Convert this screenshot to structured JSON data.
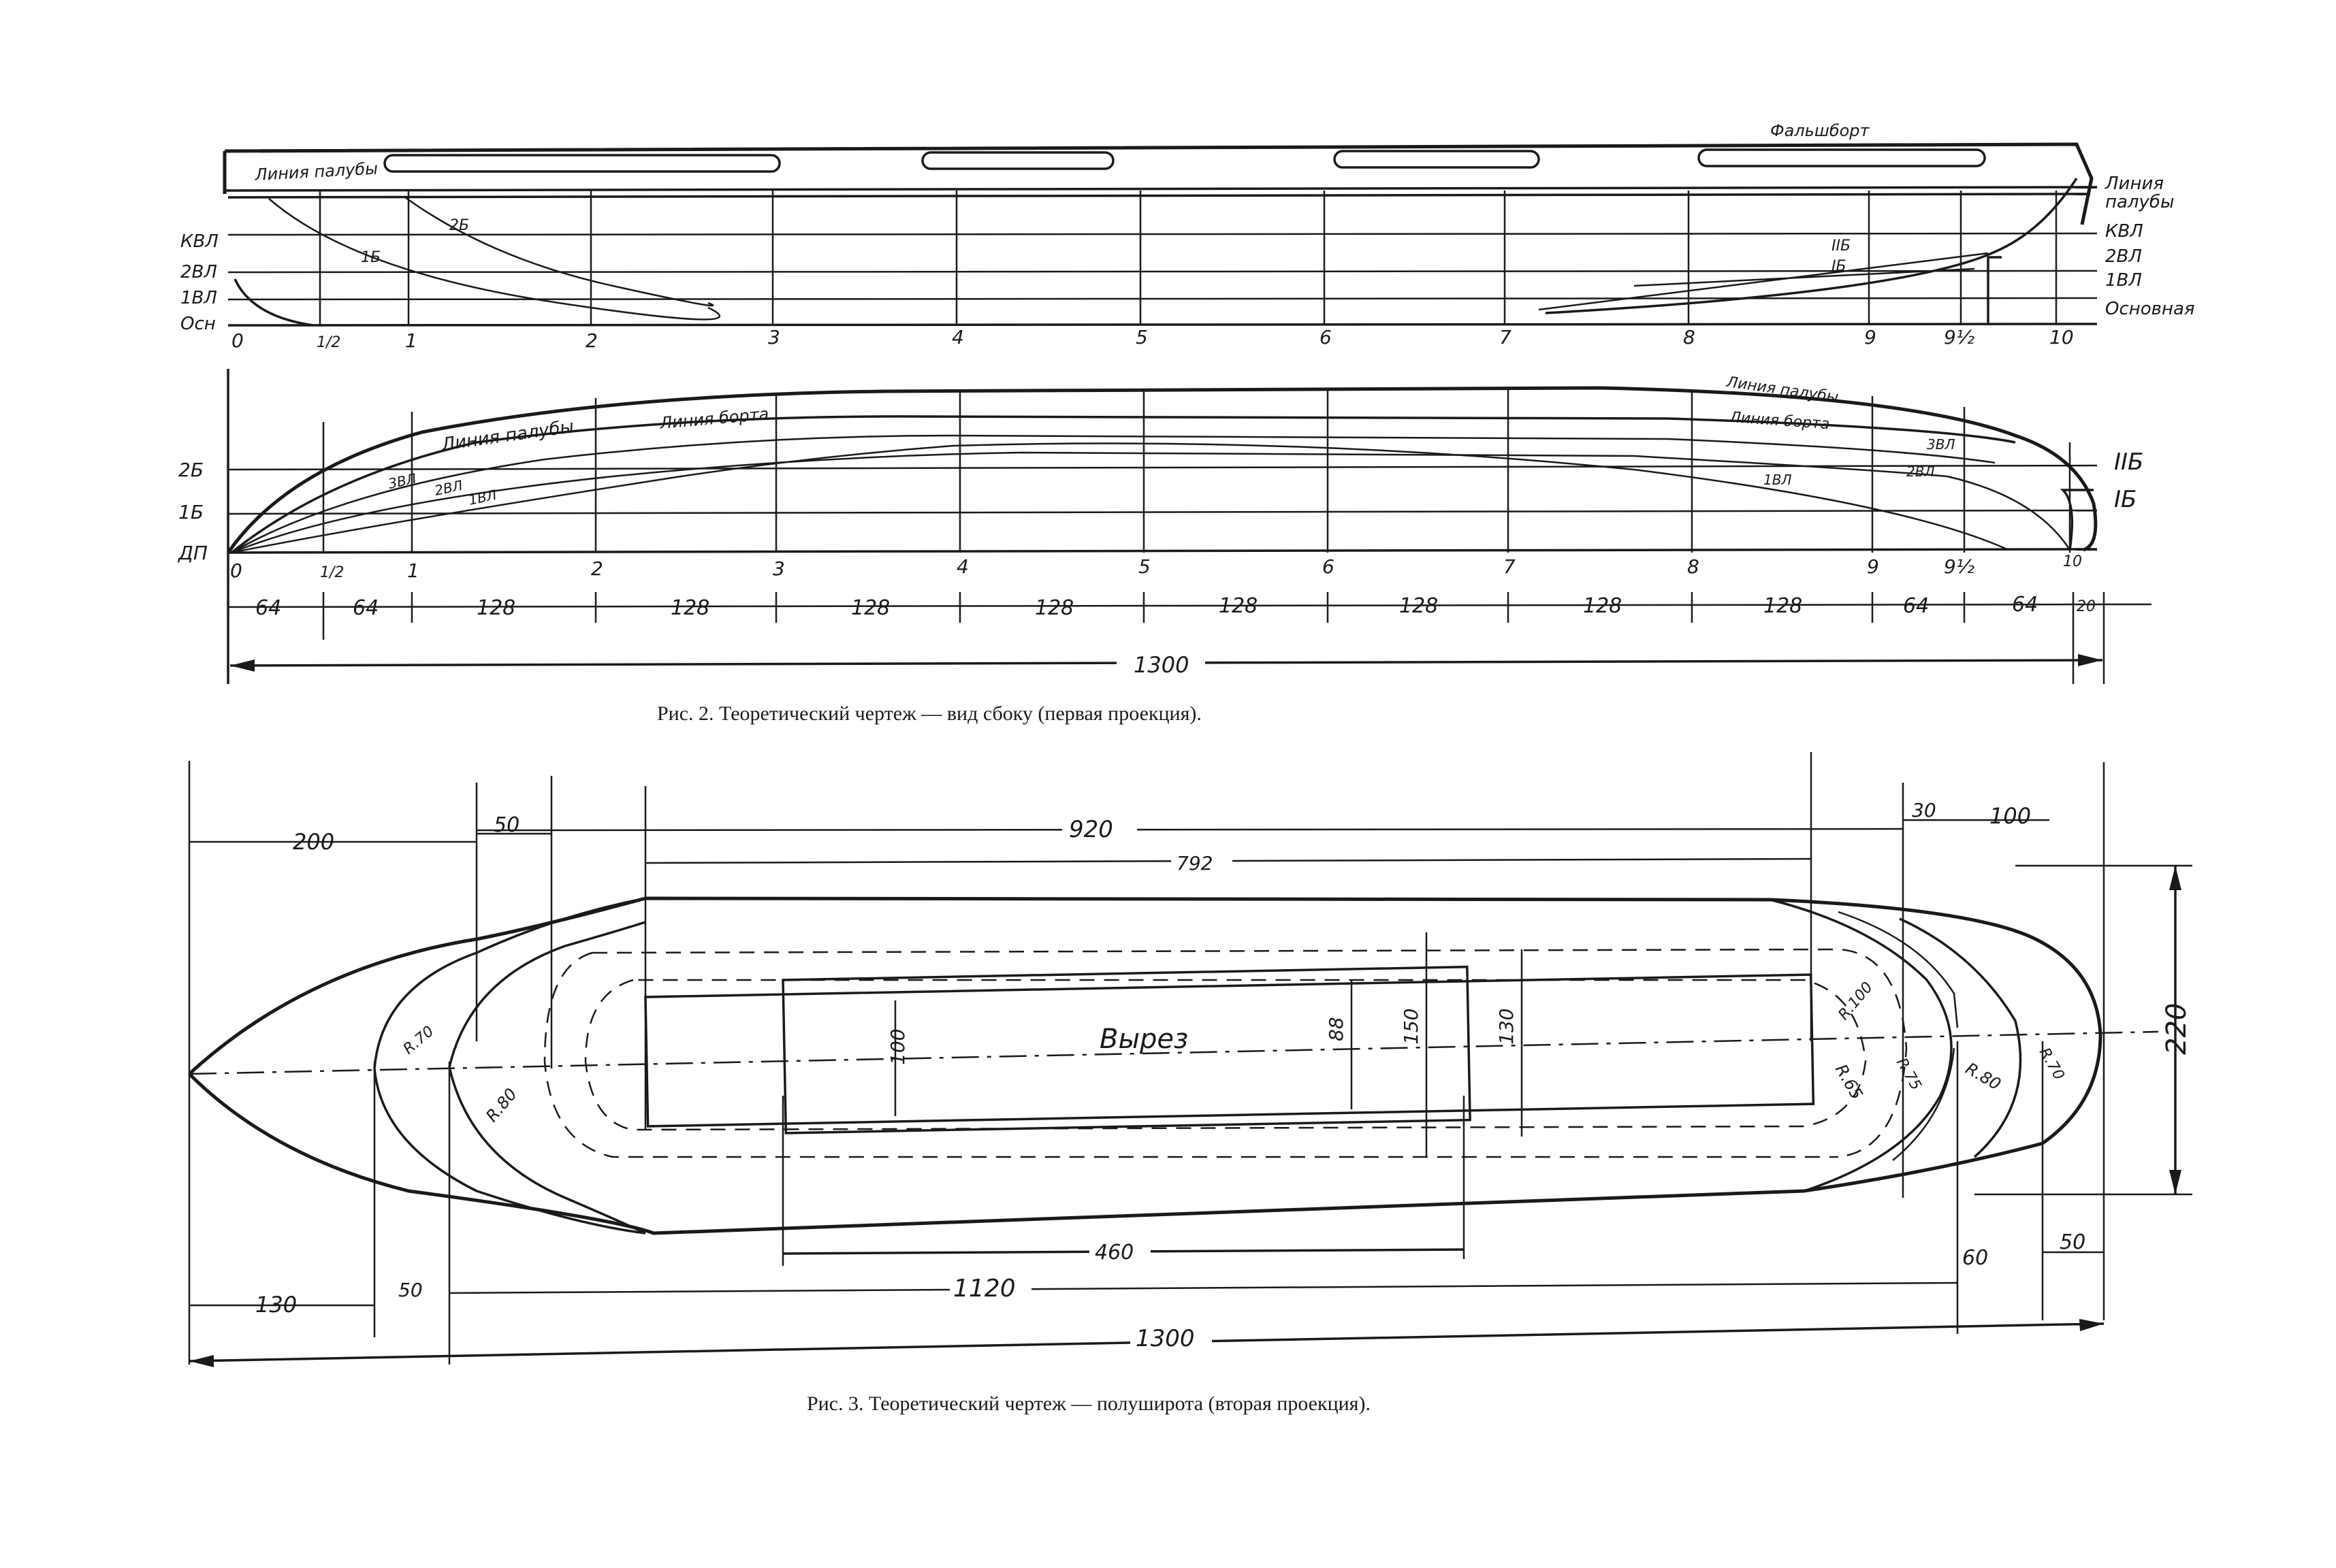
{
  "fig2": {
    "caption": "Рис. 2. Теоретический чертеж — вид сбоку (первая проекция).",
    "top": {
      "falshbort": "Фальшборт",
      "deck_line_left": "Линия палубы",
      "deck_line_right_1": "Линия",
      "deck_line_right_2": "палубы",
      "row_labels_left": [
        "КВЛ",
        "2ВЛ",
        "1ВЛ",
        "Осн"
      ],
      "row_labels_right": [
        "КВЛ",
        "2ВЛ",
        "1ВЛ",
        "Основная"
      ],
      "curve_labels": [
        "2Б",
        "1Б",
        "IIБ",
        "IБ"
      ],
      "stations": [
        "0",
        "1/2",
        "1",
        "2",
        "3",
        "4",
        "5",
        "6",
        "7",
        "8",
        "9",
        "9½",
        "10"
      ]
    },
    "bottom": {
      "row_labels_left": [
        "2Б",
        "1Б",
        "ДП"
      ],
      "row_labels_right": [
        "IIБ",
        "IБ"
      ],
      "deck_line": "Линия палубы",
      "board_line": "Линия борта",
      "deck_line_right": "Линия палубы",
      "board_line_right": "Линия борта",
      "wl_labels": [
        "3ВЛ",
        "2ВЛ",
        "1ВЛ",
        "3ВЛ",
        "2ВЛ",
        "1ВЛ"
      ],
      "stations": [
        "0",
        "1/2",
        "1",
        "2",
        "3",
        "4",
        "5",
        "6",
        "7",
        "8",
        "9",
        "9½",
        "10"
      ],
      "spacing": [
        "64",
        "64",
        "128",
        "128",
        "128",
        "128",
        "128",
        "128",
        "128",
        "128",
        "64",
        "64",
        "20"
      ],
      "total": "1300"
    }
  },
  "fig3": {
    "caption": "Рис. 3. Теоретический чертеж — полуширота (вторая проекция).",
    "cutout": "Вырез",
    "dims_top": [
      "200",
      "50",
      "920",
      "792",
      "30",
      "100"
    ],
    "dims_vertical": [
      "100",
      "88",
      "150",
      "130",
      "220"
    ],
    "radii": [
      "R.70",
      "R.80",
      "R.100",
      "R.65",
      "R.75",
      "R.80",
      "R.70"
    ],
    "dims_bottom": [
      "460",
      "1120",
      "60",
      "50",
      "130",
      "50",
      "1300"
    ]
  }
}
